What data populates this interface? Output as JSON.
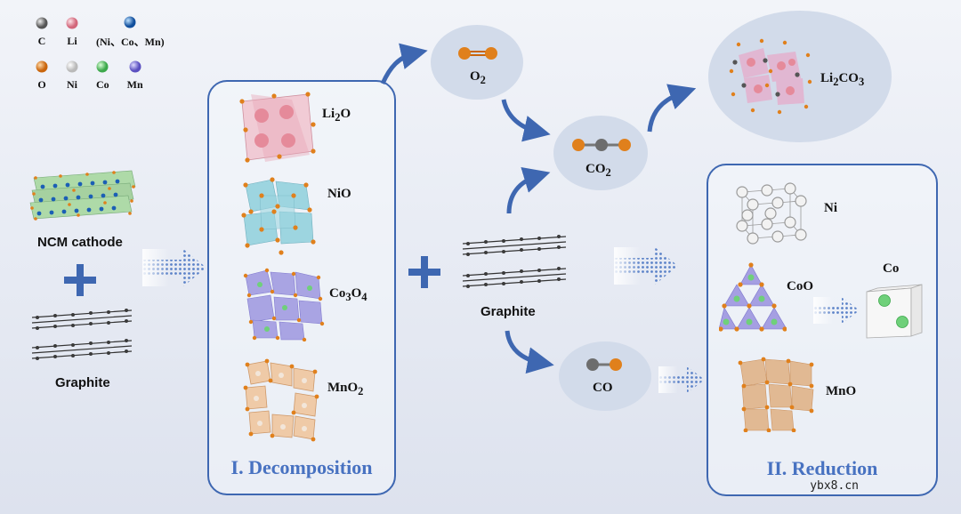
{
  "legend": {
    "row1": [
      {
        "symbol": "C",
        "color": "#6d6d6d"
      },
      {
        "symbol": "Li",
        "color": "#e58a9a"
      },
      {
        "symbol": "(Ni、Co、Mn)",
        "color": "#1b5fb5"
      }
    ],
    "row2": [
      {
        "symbol": "O",
        "color": "#e0801c"
      },
      {
        "symbol": "Ni",
        "color": "#ececec"
      },
      {
        "symbol": "Co",
        "color": "#6fd07a"
      },
      {
        "symbol": "Mn",
        "color": "#7b72d6"
      }
    ]
  },
  "left": {
    "cathode_label": "NCM cathode",
    "graphite_label": "Graphite"
  },
  "decomposition": {
    "title": "I. Decomposition",
    "products": [
      {
        "label": "Li",
        "sub": "2",
        "tail": "O"
      },
      {
        "label": "NiO",
        "sub": "",
        "tail": ""
      },
      {
        "label": "Co",
        "sub": "3",
        "tail": "O",
        "sub2": "4"
      },
      {
        "label": "MnO",
        "sub": "2",
        "tail": ""
      }
    ]
  },
  "middle": {
    "o2": {
      "main": "O",
      "sub": "2"
    },
    "co2": {
      "main": "CO",
      "sub": "2"
    },
    "co": "CO",
    "graphite_label": "Graphite",
    "li2co3": {
      "a": "Li",
      "sub1": "2",
      "b": "CO",
      "sub2": "3"
    }
  },
  "reduction": {
    "title": "II. Reduction",
    "ni": "Ni",
    "coo": "CoO",
    "co": "Co",
    "mno": "MnO"
  },
  "watermark": "ybx8.cn",
  "colors": {
    "accent_blue": "#3e67b1",
    "title_blue": "#4872c1",
    "ellipse": "#d2dbea"
  }
}
